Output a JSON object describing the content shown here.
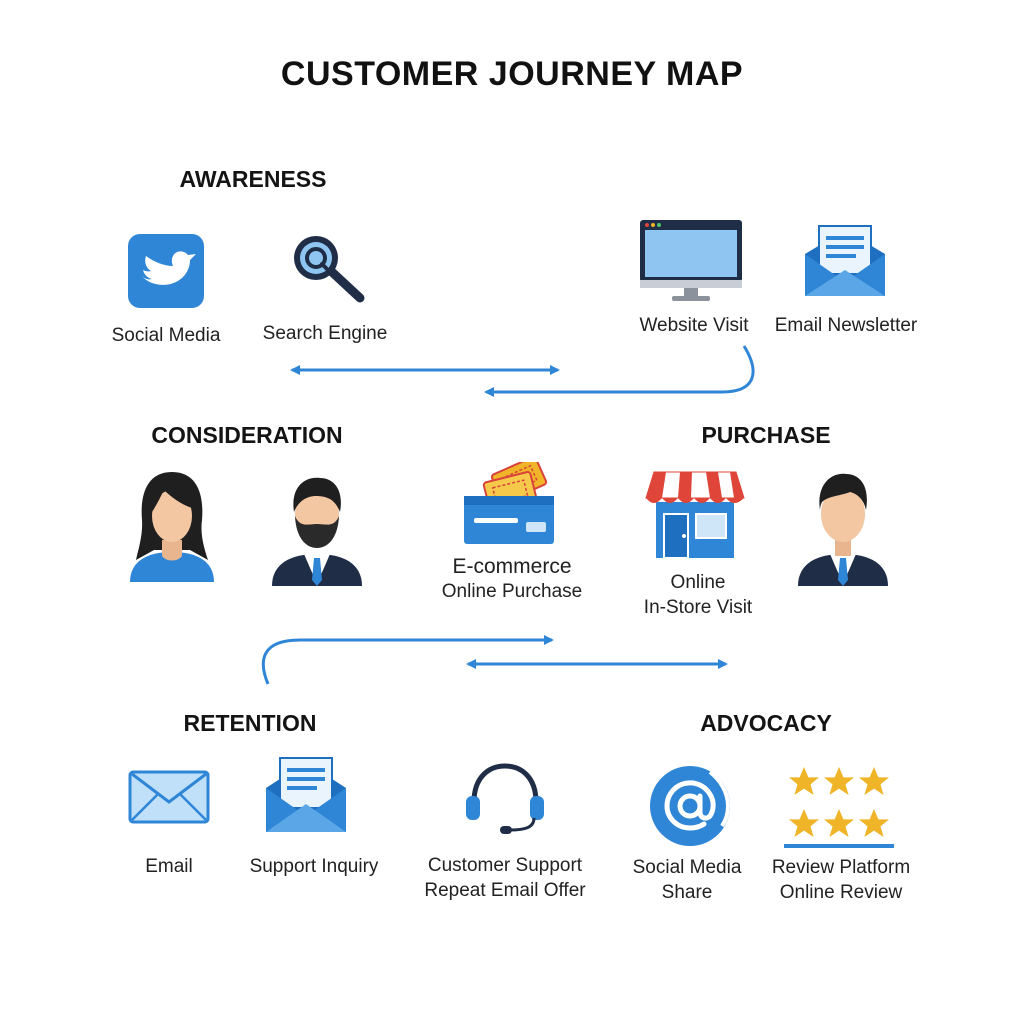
{
  "title": "CUSTOMER JOURNEY MAP",
  "colors": {
    "primary": "#2f86d6",
    "light": "#8ec6f1",
    "dark": "#1f2d47",
    "accent": "#f0b428",
    "red": "#e0453a",
    "skin": "#f4c7a3"
  },
  "stages": {
    "awareness": "AWARENESS",
    "consideration": "CONSIDERATION",
    "purchase": "PURCHASE",
    "retention": "RETENTION",
    "advocacy": "ADVOCACY"
  },
  "touchpoints": {
    "social_media": {
      "label": "Social Media",
      "icon": "bird-icon"
    },
    "search_engine": {
      "label": "Search Engine",
      "icon": "magnifier-icon"
    },
    "website_visit": {
      "label": "Website Visit",
      "icon": "monitor-icon"
    },
    "email_newsletter": {
      "label": "Email Newsletter",
      "icon": "letter-envelope-icon"
    },
    "woman": {
      "icon": "woman-avatar-icon"
    },
    "man": {
      "icon": "bearded-man-avatar-icon"
    },
    "ecommerce": {
      "line1": "E-commerce",
      "line2": "Online Purchase",
      "icon": "card-tickets-icon"
    },
    "store": {
      "line1": "Online",
      "line2": "In-Store Visit",
      "icon": "storefront-icon"
    },
    "businessman": {
      "icon": "businessman-avatar-icon"
    },
    "email": {
      "label": "Email",
      "icon": "envelope-icon"
    },
    "support_inquiry": {
      "label": "Support Inquiry",
      "icon": "letter-envelope-icon"
    },
    "customer_support": {
      "line1": "Customer Support",
      "line2": "Repeat Email Offer",
      "icon": "headset-icon"
    },
    "social_share": {
      "line1": "Social Media",
      "line2": "Share",
      "icon": "at-sign-icon"
    },
    "review": {
      "line1": "Review Platform",
      "line2": "Online Review",
      "icon": "stars-icon"
    }
  }
}
